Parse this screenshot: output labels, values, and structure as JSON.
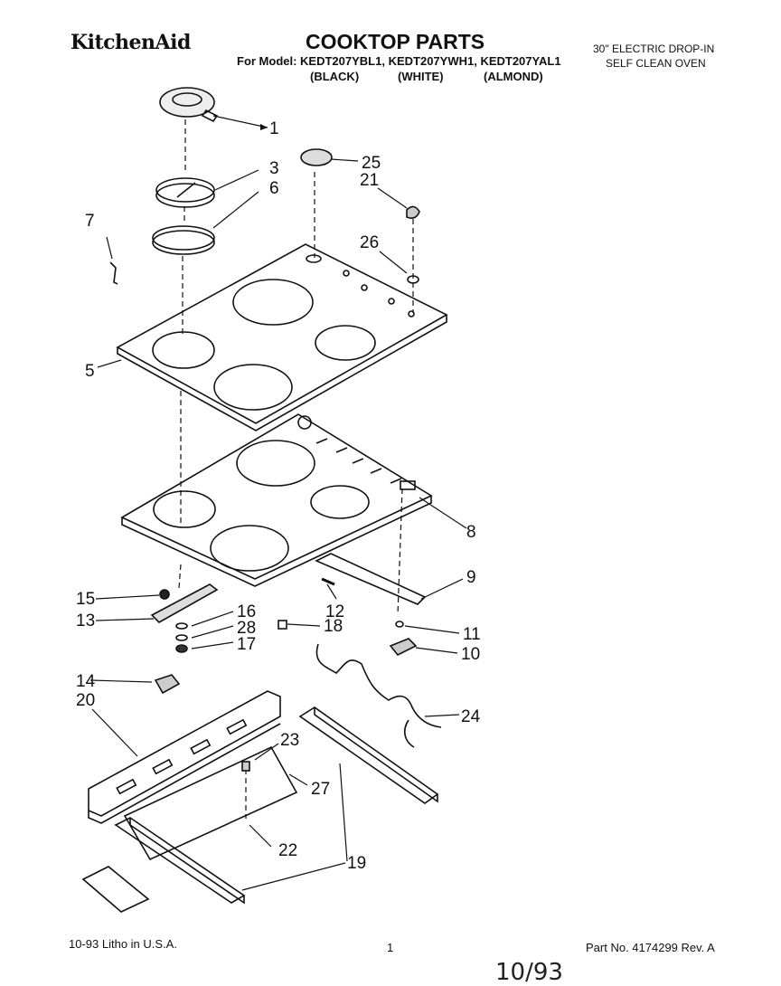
{
  "header": {
    "brand": "KitchenAid",
    "title": "COOKTOP PARTS",
    "models": "For Model: KEDT207YBL1, KEDT207YWH1, KEDT207YAL1",
    "variants": [
      "(BLACK)",
      "(WHITE)",
      "(ALMOND)"
    ],
    "description_line1": "30\" ELECTRIC DROP-IN",
    "description_line2": "SELF CLEAN OVEN"
  },
  "callouts": [
    "1",
    "3",
    "6",
    "7",
    "5",
    "25",
    "21",
    "26",
    "8",
    "9",
    "15",
    "13",
    "16",
    "28",
    "17",
    "12",
    "18",
    "11",
    "10",
    "14",
    "20",
    "24",
    "23",
    "27",
    "22",
    "19"
  ],
  "footer": {
    "litho": "10-93 Litho in U.S.A.",
    "page": "1",
    "part_no": "Part No. 4174299 Rev. A",
    "handwritten": "10/93"
  }
}
